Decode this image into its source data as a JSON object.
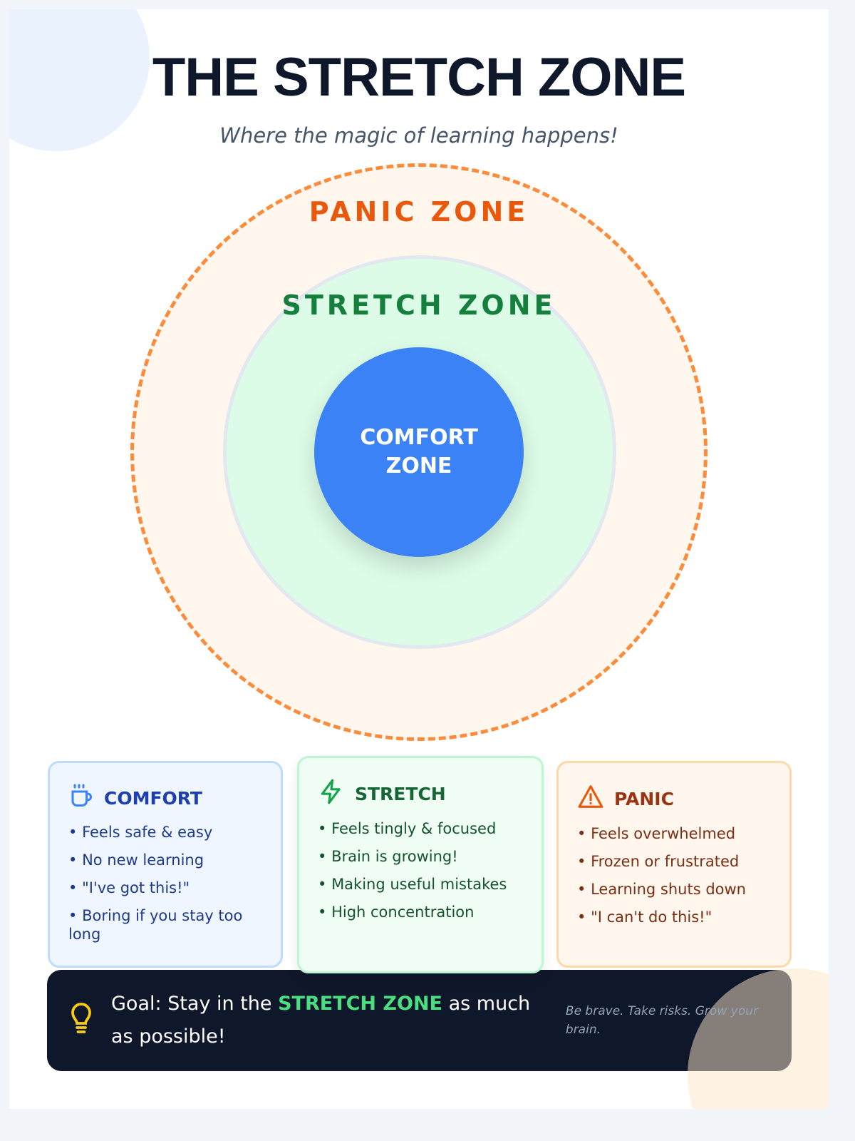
{
  "title": "THE STRETCH ZONE",
  "subtitle": "Where the magic of learning happens!",
  "diagram": {
    "panic_label": "PANIC ZONE",
    "stretch_label": "STRETCH ZONE",
    "comfort_label": "COMFORT ZONE"
  },
  "cards": [
    {
      "title": "COMFORT",
      "icon": "coffee-cup-icon",
      "items": [
        "Feels safe & easy",
        "No new learning",
        "\"I've got this!\"",
        "Boring if you stay too long"
      ]
    },
    {
      "title": "STRETCH",
      "icon": "lightning-icon",
      "items": [
        "Feels tingly & focused",
        "Brain is growing!",
        "Making useful mistakes",
        "High concentration"
      ]
    },
    {
      "title": "PANIC",
      "icon": "warning-icon",
      "items": [
        "Feels overwhelmed",
        "Frozen or frustrated",
        "Learning shuts down",
        "\"I can't do this!\""
      ]
    }
  ],
  "banner": {
    "prefix": "Goal: Stay in the ",
    "highlight": "STRETCH ZONE",
    "suffix": " as much as possible!",
    "tagline": "Be brave. Take risks. Grow your brain."
  },
  "colors": {
    "comfort": "#3b82f6",
    "stretch": "#dcfce7",
    "panic": "#fb8c3c",
    "dark": "#0f172a"
  }
}
